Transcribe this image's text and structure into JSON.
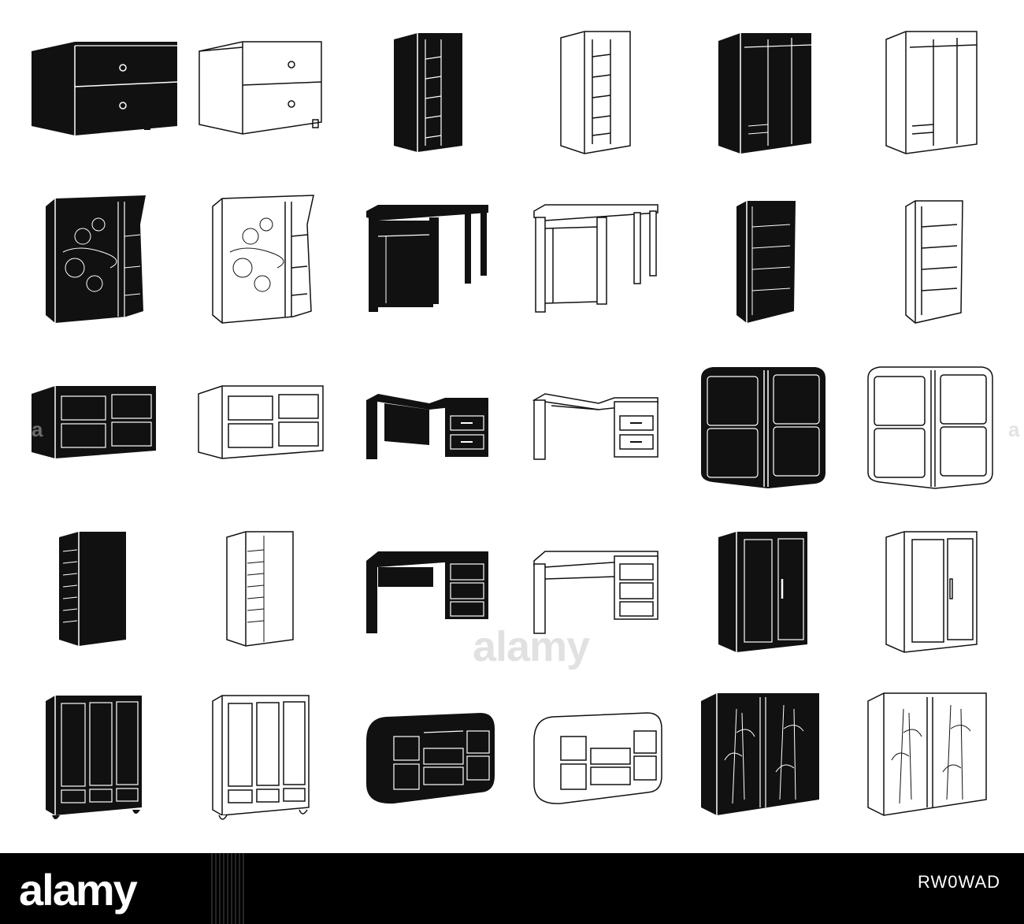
{
  "watermark": {
    "brand": "alamy",
    "left_letter": "a",
    "right_letter": "a"
  },
  "footer": {
    "logo": "alamy",
    "image_id": "RW0WAD"
  },
  "colors": {
    "black": "#111111",
    "white": "#ffffff",
    "footer": "#000000"
  },
  "icons": [
    "chest-of-drawers-black-icon",
    "chest-of-drawers-outline-icon",
    "shelf-cabinet-black-icon",
    "shelf-cabinet-outline-icon",
    "sliding-wardrobe-black-icon",
    "sliding-wardrobe-outline-icon",
    "floral-bookcase-black-icon",
    "floral-bookcase-outline-icon",
    "writing-desk-black-icon",
    "writing-desk-outline-icon",
    "bookshelf-black-icon",
    "bookshelf-outline-icon",
    "sideboard-black-icon",
    "sideboard-outline-icon",
    "corner-desk-black-icon",
    "corner-desk-outline-icon",
    "cube-shelving-black-icon",
    "cube-shelving-outline-icon",
    "shoe-cabinet-black-icon",
    "shoe-cabinet-outline-icon",
    "office-desk-black-icon",
    "office-desk-outline-icon",
    "two-door-wardrobe-black-icon",
    "two-door-wardrobe-outline-icon",
    "three-door-wardrobe-black-icon",
    "three-door-wardrobe-outline-icon",
    "tv-stand-black-icon",
    "tv-stand-outline-icon",
    "bamboo-wardrobe-black-icon",
    "bamboo-wardrobe-outline-icon"
  ]
}
